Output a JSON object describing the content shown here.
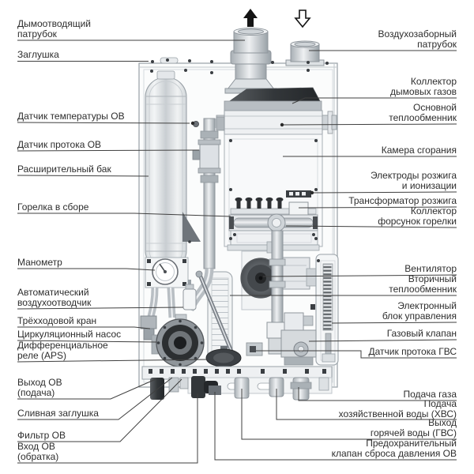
{
  "diagram": {
    "kind": "gas-boiler-internal-components-diagram",
    "language": "ru",
    "colors": {
      "background": "#ffffff",
      "leader_line": "#3f3f3f",
      "label_text": "#2d2d2d",
      "art_light_stroke": "#9aa2a8",
      "art_dark_fill": "#3a3e42"
    },
    "icons": {
      "flue_direction": "up-arrow",
      "air_direction": "down-arrow"
    }
  },
  "labels": {
    "flue_outlet": {
      "text": "Дымоотводящий\nпатрубок"
    },
    "plug": {
      "text": "Заглушка"
    },
    "heating_temp_sensor": {
      "text": "Датчик температуры ОВ"
    },
    "heating_flow_sensor": {
      "text": "Датчик протока ОВ"
    },
    "expansion_tank": {
      "text": "Расширительный бак"
    },
    "burner_assembly": {
      "text": "Горелка в сборе"
    },
    "pressure_gauge": {
      "text": "Манометр"
    },
    "auto_air_vent": {
      "text": "Автоматический\nвоздухоотводчик"
    },
    "three_way_valve": {
      "text": "Трёхходовой кран"
    },
    "circulation_pump": {
      "text": "Циркуляционный насос"
    },
    "aps_relay": {
      "text": "Дифференциальное\nреле (APS)"
    },
    "heating_outlet": {
      "text": "Выход ОВ\n(подача)"
    },
    "drain_plug": {
      "text": "Сливная заглушка"
    },
    "heating_filter": {
      "text": "Фильтр ОВ"
    },
    "heating_inlet": {
      "text": "Вход ОВ\n(обратка)"
    },
    "air_intake": {
      "text": "Воздухозаборный\nпатрубок"
    },
    "flue_collector": {
      "text": "Коллектор\nдымовых газов"
    },
    "main_heat_exchanger": {
      "text": "Основной\nтеплообменник"
    },
    "combustion_chamber": {
      "text": "Камера сгорания"
    },
    "ignition_electrodes": {
      "text": "Электроды розжига\nи ионизации"
    },
    "ignition_transformer": {
      "text": "Трансформатор розжига"
    },
    "injector_manifold": {
      "text": "Коллектор\nфорсунок горелки"
    },
    "fan": {
      "text": "Вентилятор"
    },
    "secondary_heat_exchanger": {
      "text": "Вторичный\nтеплообменник"
    },
    "control_unit": {
      "text": "Электронный\nблок управления"
    },
    "gas_valve": {
      "text": "Газовый клапан"
    },
    "dhw_flow_sensor": {
      "text": "Датчик протока ГВС"
    },
    "gas_supply": {
      "text": "Подача газа"
    },
    "cold_water_supply": {
      "text": "Подача\nхозяйственной воды (ХВС)"
    },
    "hot_water_outlet": {
      "text": "Выход\nгорячей воды (ГВС)"
    },
    "safety_valve": {
      "text": "Предохранительный\nклапан сброса давления ОВ"
    }
  }
}
